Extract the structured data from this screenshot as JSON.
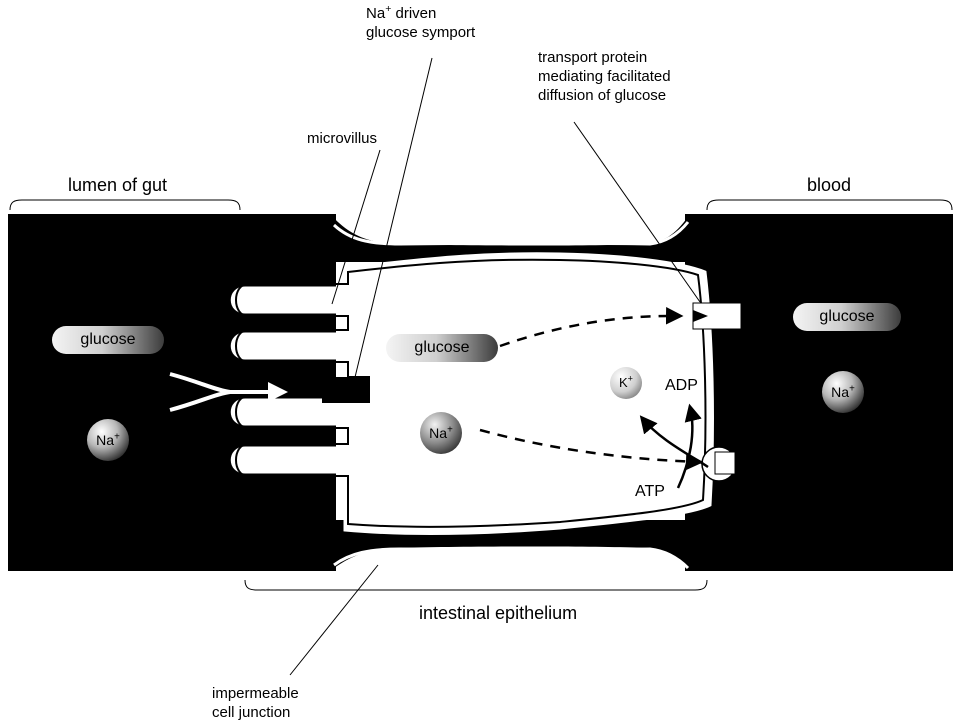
{
  "labels": {
    "symport": [
      "Na",
      "+",
      " driven",
      "glucose symport"
    ],
    "transport_protein": [
      "transport protein",
      "mediating facilitated",
      "diffusion of glucose"
    ],
    "microvillus": "microvillus",
    "lumen": "lumen of gut",
    "blood": "blood",
    "epithelium": "intestinal epithelium",
    "junction": [
      "impermeable",
      "cell junction"
    ],
    "atp": "ATP",
    "adp": "ADP"
  },
  "molecules": {
    "glucose": "glucose",
    "na": "Na",
    "k": "K",
    "plus": "+"
  },
  "colors": {
    "background": "#ffffff",
    "fill": "#000000",
    "cell": "#ffffff",
    "molecule_light": "#f2f2f2",
    "molecule_dark": "#4a4a4a"
  }
}
